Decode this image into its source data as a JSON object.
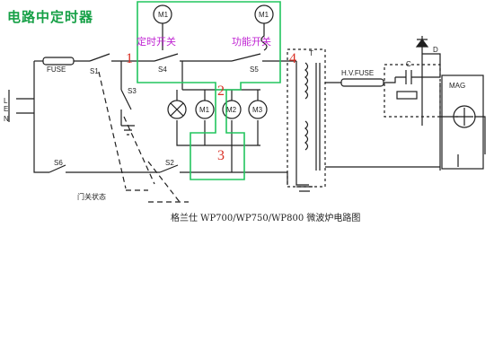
{
  "heading": "电路中定时器",
  "caption": "格兰仕 WP700/WP750/WP800 微波炉电路图",
  "overlay": {
    "timer_switch": "定时开关",
    "function_switch": "功能开关",
    "marker_1": "1",
    "marker_2": "2",
    "marker_3": "3",
    "marker_4": "4"
  },
  "components": {
    "motor_timer": "M1",
    "motor_function": "M1",
    "fuse_main": "FUSE",
    "fuse_hv": "H.V.FUSE",
    "switch_s1": "S1",
    "switch_s2": "S2",
    "switch_s3": "S3",
    "switch_s4": "S4",
    "switch_s5": "S5",
    "switch_s6": "S6",
    "motor_m1": "M1",
    "motor_m2": "M2",
    "motor_m3": "M3",
    "transformer": "T",
    "capacitor": "C",
    "diode": "D",
    "magnetron": "MAG",
    "terminal_l": "L",
    "terminal_e": "E",
    "terminal_n": "N",
    "door_state": "门关状态"
  },
  "colors": {
    "overlay_green": "#22c55e",
    "overlay_red": "#d93025",
    "overlay_magenta": "#c026d3",
    "line": "#1f1f1f"
  }
}
